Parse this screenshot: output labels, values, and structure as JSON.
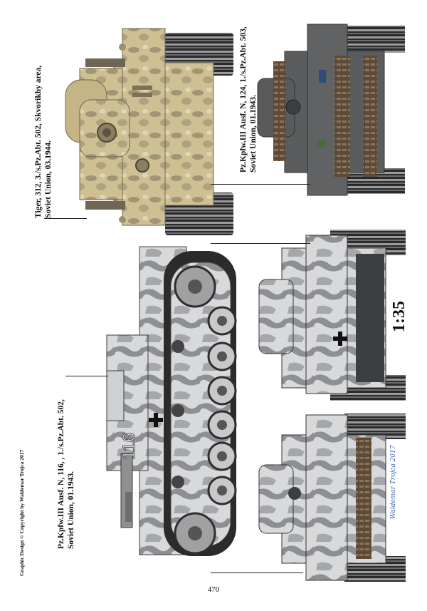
{
  "captions": {
    "tiger": [
      "Tiger, 312, 3./s.Pz.Abt. 502, Skvorikhy area,",
      "Soviet Union, 03.1944."
    ],
    "pz124": [
      "Pz.Kpfw.III Ausf. N, 124, 1./s.Pz.Abt. 503,",
      "Soviet Union, 01.1943."
    ],
    "pz116": [
      "Pz.Kpfw.III Ausf. N, 116, , 1./s.Pz.Abt. 502,",
      "Soviet Union, 01.1943."
    ]
  },
  "copyright": "Graphic Design © Copyright by Waldemar Trojca 2017",
  "scale": "1:35",
  "page_number": "470",
  "turret_number": "116",
  "signature": "Waldemar Trojca 2017",
  "colors": {
    "tiger_base": "#c9b98a",
    "tiger_mottle": "#8e8162",
    "grey": "#5c5d5f",
    "dark_grey": "#3c3d3f",
    "white_camo": "#dadbdc",
    "track": "#2b2b2c",
    "signature": "#3a63b0"
  }
}
